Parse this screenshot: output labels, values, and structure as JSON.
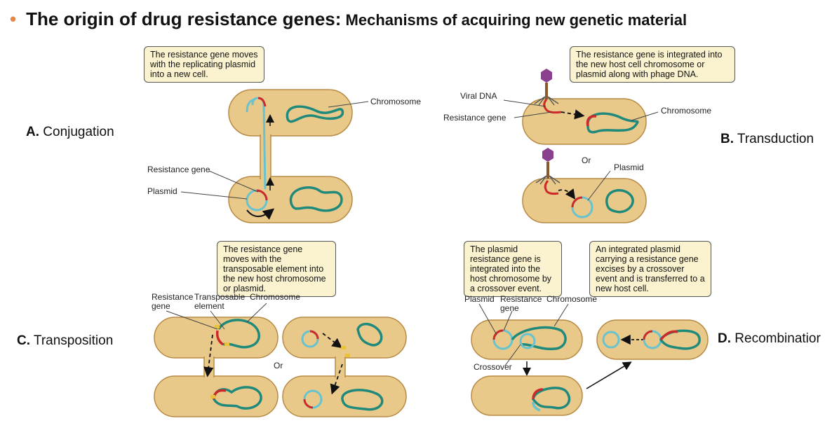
{
  "title": {
    "bullet": "•",
    "main": "The origin of drug resistance genes:",
    "sub": " Mechanisms of acquiring new genetic material"
  },
  "sections": {
    "a": {
      "letter": "A.",
      "name": " Conjugation"
    },
    "b": {
      "letter": "B.",
      "name": " Transduction"
    },
    "c": {
      "letter": "C.",
      "name": " Transposition"
    },
    "d": {
      "letter": "D.",
      "name": " Recombinatior"
    }
  },
  "callouts": {
    "conjugation": "The resistance gene moves with the replicating plasmid into a new cell.",
    "transduction": "The resistance gene is integrated into the new host cell chromosome or plasmid along with phage DNA.",
    "transposition": "The resistance gene moves with the transposable element into the new host chromosome or plasmid.",
    "recomb1": "The plasmid resistance gene is integrated into the host chromosome by a crossover event.",
    "recomb2": "An integrated plasmid carrying a resistance gene excises by a crossover event and is transferred to a new host cell."
  },
  "labels": {
    "chromosome": "Chromosome",
    "resistance_gene": "Resistance gene",
    "plasmid": "Plasmid",
    "viral_dna": "Viral DNA",
    "or": "Or",
    "resistance_gene_line1": "Resistance",
    "gene_line2": "gene",
    "transposable_line1": "Transposable",
    "element_line2": "element",
    "crossover": "Crossover"
  },
  "colors": {
    "cell_fill": "#e9c98a",
    "cell_stroke": "#b78a44",
    "dna_teal": "#1f8a7c",
    "plasmid_cyan": "#66c3cf",
    "gene_red": "#cc2a2a",
    "transposon_yellow": "#e8c23a",
    "phage_purple": "#8a3f8f",
    "phage_brown": "#8a5a2a",
    "callout_fill": "#fbf3cf",
    "bullet_orange": "#e8864a"
  }
}
